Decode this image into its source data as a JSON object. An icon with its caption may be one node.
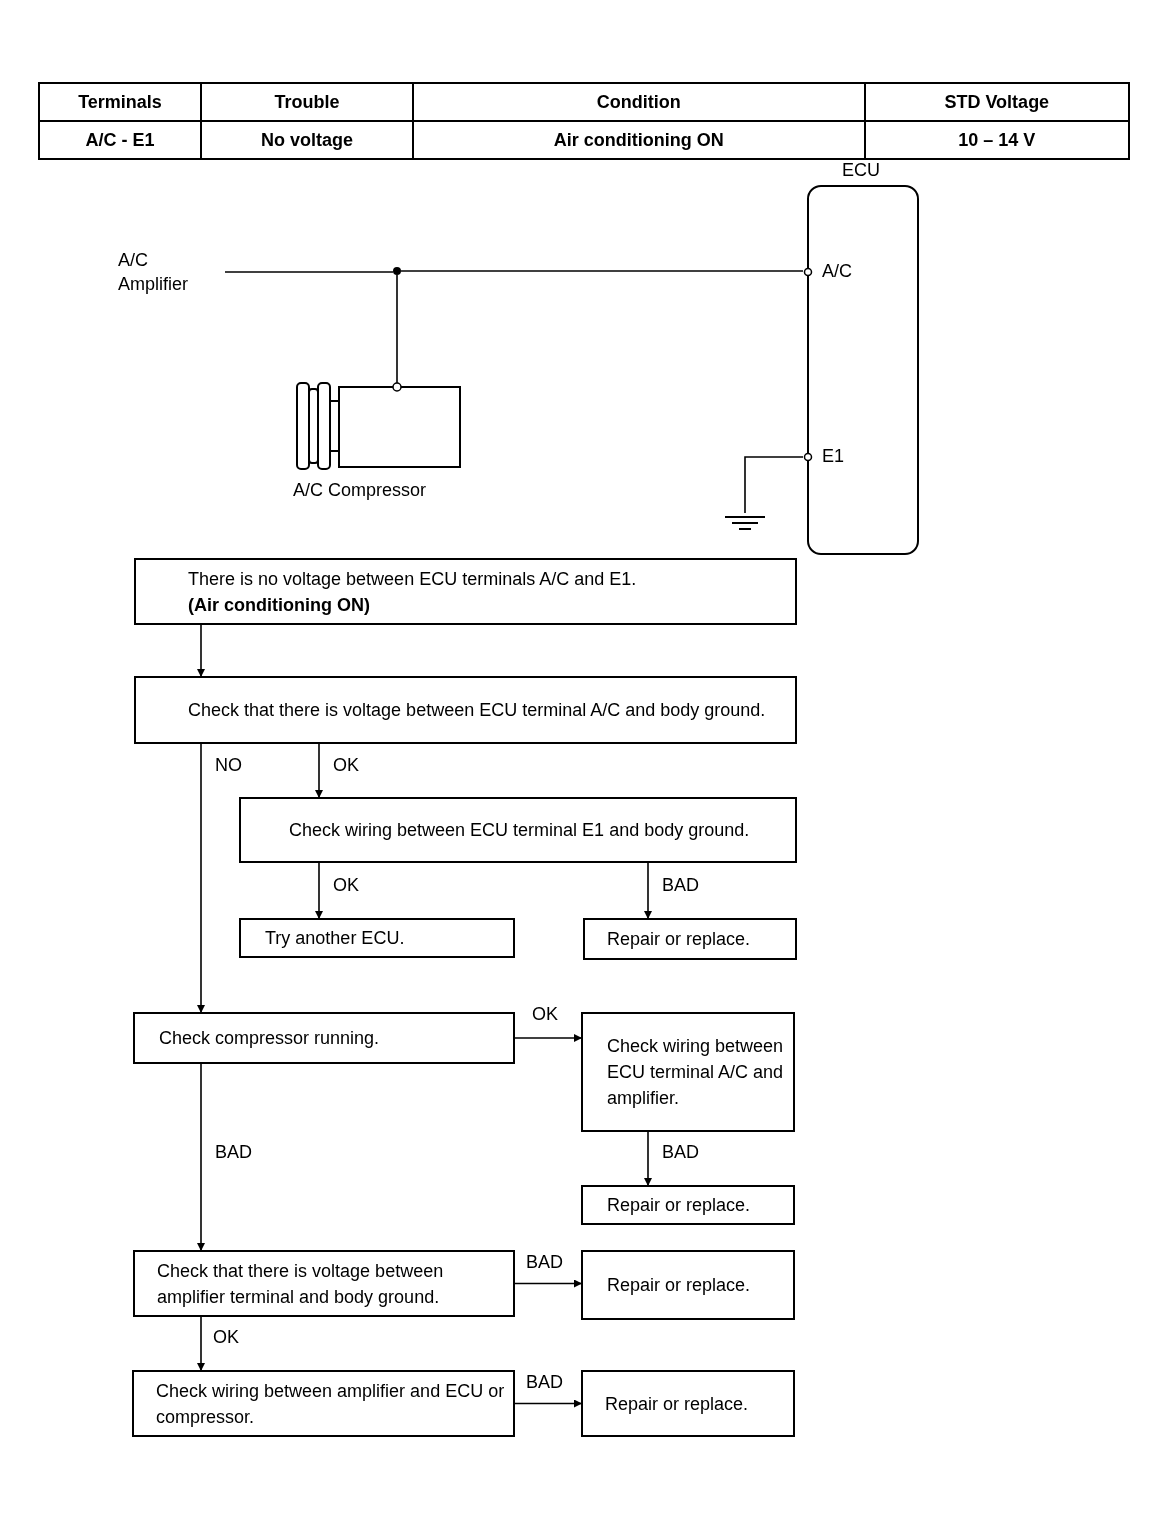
{
  "diagram": {
    "nodes": [
      {
        "text": [
          "A/C Amplifier"
        ]
      },
      {
        "text": [
          "ECU"
        ]
      },
      {
        "text": [
          "A/C"
        ],
        "in": 1
      },
      {
        "text": [
          "E1"
        ],
        "in": 1
      },
      {
        "text": [
          "A/C Compressor"
        ]
      },
      {
        "text": [],
        "shape": "circle"
      },
      {
        "text": [],
        "shape": "ground"
      },
      {
        "text": [
          "There is no voltage between ECU terminals A/C and E1.",
          "(Air conditioning ON)"
        ]
      },
      {
        "text": [
          "Check that there is voltage between ECU terminal A/C and body ground."
        ]
      },
      {
        "text": [
          "Check wiring between ECU terminal E1 and body ground."
        ]
      },
      {
        "text": [
          "Try another ECU."
        ]
      },
      {
        "text": [
          "Repair or replace."
        ]
      },
      {
        "text": [
          "Check compressor running."
        ]
      },
      {
        "text": [
          "Check wiring between ECU terminal A/C and amplifier."
        ]
      },
      {
        "text": [
          "Repair or replace."
        ]
      },
      {
        "text": [
          "Check that there is voltage between amplifier terminal and body ground."
        ]
      },
      {
        "text": [
          "Repair or replace."
        ]
      },
      {
        "text": [
          "Check wiring between amplifier and ECU or compressor."
        ]
      },
      {
        "text": [
          "Repair or replace."
        ]
      }
    ],
    "edges": [
      {
        "from": 0,
        "to": 5,
        "arrow": "none"
      },
      {
        "from": 5,
        "to": 2,
        "arrow": "none"
      },
      {
        "from": 5,
        "to": 4,
        "arrow": "none"
      },
      {
        "from": 3,
        "to": 6,
        "arrow": "none"
      },
      {
        "from": 7,
        "to": 8,
        "arrow": "to"
      },
      {
        "from": 8,
        "to": 12,
        "arrow": "to",
        "label": "NO"
      },
      {
        "from": 8,
        "to": 9,
        "arrow": "to",
        "label": "OK"
      },
      {
        "from": 9,
        "to": 10,
        "arrow": "to",
        "label": "OK"
      },
      {
        "from": 9,
        "to": 11,
        "arrow": "to",
        "label": "BAD"
      },
      {
        "from": 12,
        "to": 13,
        "arrow": "to",
        "label": "OK"
      },
      {
        "from": 13,
        "to": 14,
        "arrow": "to",
        "label": "BAD"
      },
      {
        "from": 12,
        "to": 15,
        "arrow": "to",
        "label": "BAD"
      },
      {
        "from": 15,
        "to": 16,
        "arrow": "to",
        "label": "BAD"
      },
      {
        "from": 15,
        "to": 17,
        "arrow": "to",
        "label": "OK"
      },
      {
        "from": 17,
        "to": 18,
        "arrow": "to",
        "label": "BAD"
      }
    ],
    "labels": [
      "Terminals",
      "Trouble",
      "Condition",
      "STD Voltage",
      "A/C - E1",
      "No voltage",
      "Air conditioning ON",
      "10 – 14 V"
    ]
  }
}
